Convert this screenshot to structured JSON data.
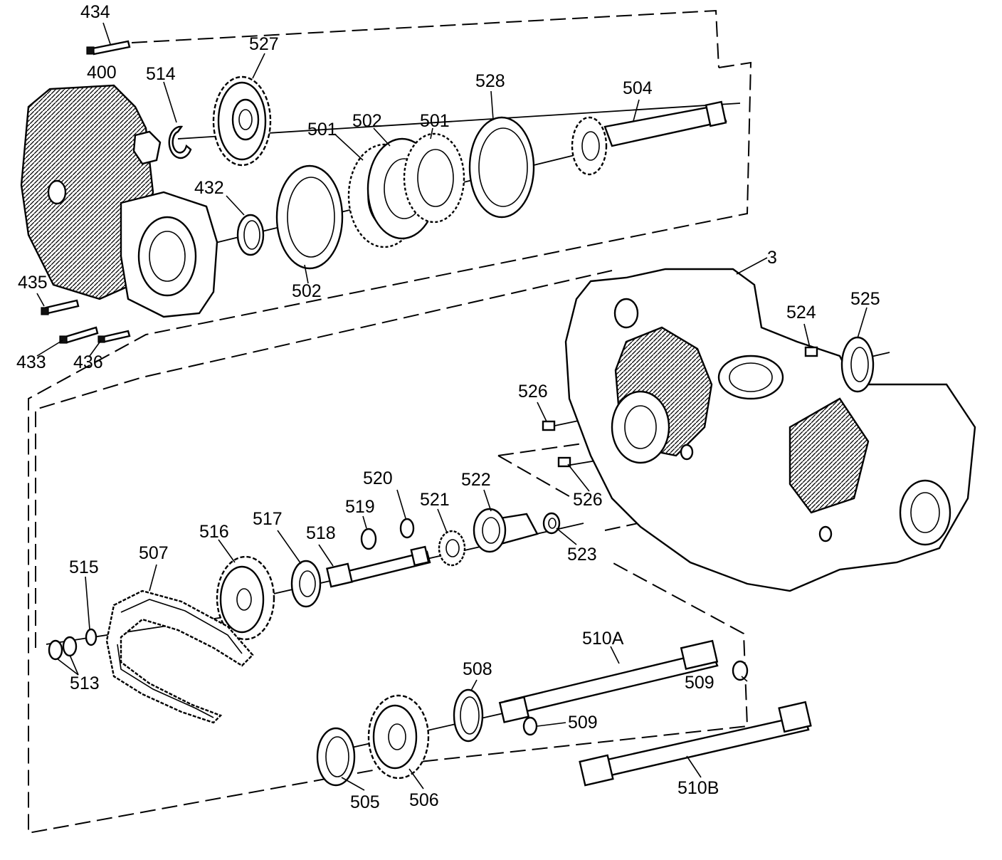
{
  "labels": {
    "l434": "434",
    "l400": "400",
    "l514": "514",
    "l527": "527",
    "l528": "528",
    "l504": "504",
    "l501a": "501",
    "l502a": "502",
    "l501b": "501",
    "l432": "432",
    "l502b": "502",
    "l435": "435",
    "l433": "433",
    "l436": "436",
    "l3": "3",
    "l524": "524",
    "l525": "525",
    "l526a": "526",
    "l526b": "526",
    "l520": "520",
    "l519": "519",
    "l521": "521",
    "l522": "522",
    "l523": "523",
    "l517": "517",
    "l518": "518",
    "l516": "516",
    "l507": "507",
    "l515": "515",
    "l513": "513",
    "l510A": "510A",
    "l508": "508",
    "l509a": "509",
    "l509b": "509",
    "l505": "505",
    "l506": "506",
    "l510B": "510B"
  }
}
